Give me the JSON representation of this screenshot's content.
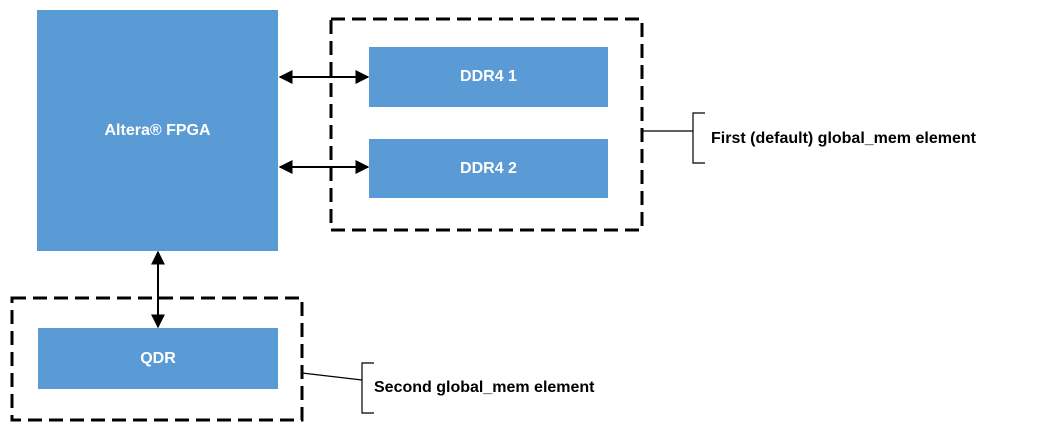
{
  "blocks": {
    "fpga": "Altera® FPGA",
    "ddr4_1": "DDR4 1",
    "ddr4_2": "DDR4 2",
    "qdr": "QDR"
  },
  "groups": {
    "first": "First (default) global_mem element",
    "second": "Second global_mem element"
  },
  "colors": {
    "block_fill": "#5b9bd5",
    "block_text": "#ffffff",
    "line": "#000000"
  }
}
